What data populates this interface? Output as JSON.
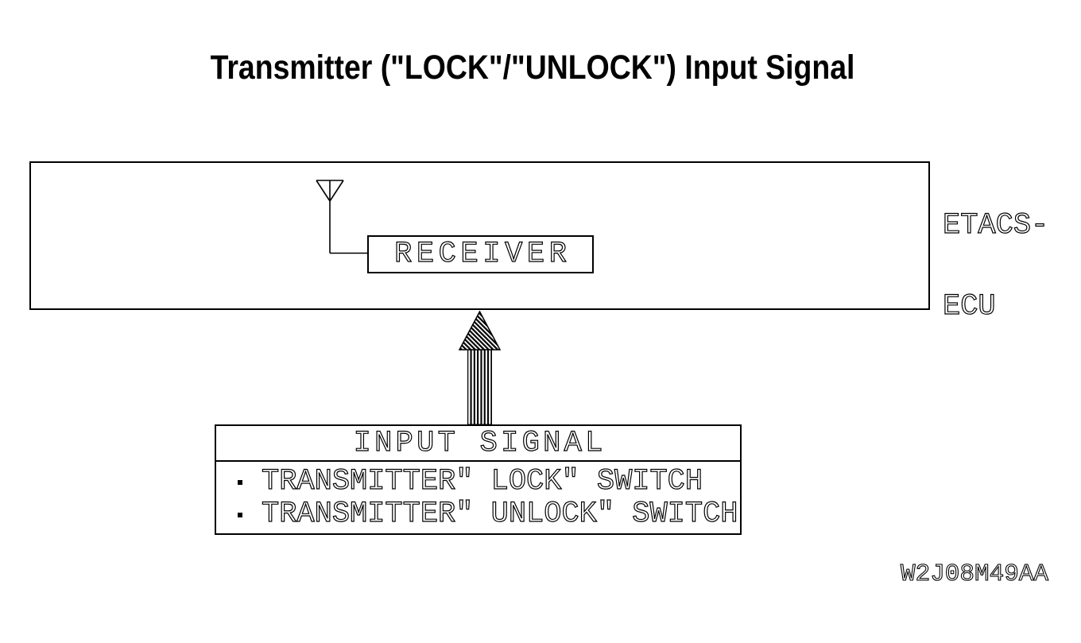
{
  "page": {
    "background_color": "#ffffff",
    "line_color": "#000000"
  },
  "title": {
    "text": "Transmitter (\"LOCK\"/\"UNLOCK\") Input Signal"
  },
  "ecu_block": {
    "label_line1": "ETACS-",
    "label_line2": "ECU"
  },
  "receiver": {
    "label": "RECEIVER"
  },
  "signal_arrow": {
    "direction": "up",
    "style": "hatched"
  },
  "input_signal_box": {
    "header": "INPUT SIGNAL",
    "items": [
      "TRANSMITTER\" LOCK\" SWITCH",
      "TRANSMITTER\" UNLOCK\" SWITCH"
    ]
  },
  "figure_code": "W2J08M49AA"
}
